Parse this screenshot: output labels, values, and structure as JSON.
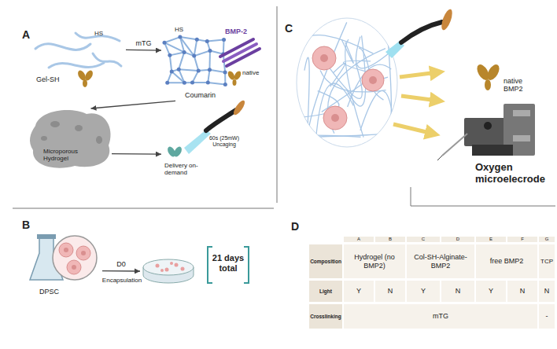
{
  "diagram": {
    "nodes": [
      {
        "text": [
          "Gel-SH"
        ]
      },
      {
        "text": [
          "Coumarin"
        ]
      },
      {
        "text": [
          "Microporous Hydrogel"
        ]
      },
      {
        "text": [
          "Delivery on-demand"
        ]
      },
      {
        "text": [
          "DPSC"
        ]
      },
      {
        "text": [
          "21 days total"
        ]
      }
    ],
    "edges": [
      {
        "from": 0,
        "to": 1,
        "label": "mTG",
        "arrow": "to"
      },
      {
        "from": 1,
        "to": 2,
        "arrow": "to"
      },
      {
        "from": 2,
        "to": 3,
        "arrow": "to"
      },
      {
        "from": 4,
        "to": 5,
        "label": "D0",
        "arrow": "to"
      }
    ],
    "labels": [
      "A",
      "HS",
      "HS",
      "BMP-2",
      "native",
      "60s (25mW) Uncaging",
      "B",
      "Encapsulation",
      "C",
      "native BMP2",
      "Oxygen microelecrode",
      "D",
      "A",
      "B",
      "C",
      "D",
      "E",
      "F",
      "G",
      "Composition",
      "Hydrogel (no BMP2)",
      "Col-SH-Alginate-BMP2",
      "free BMP2",
      "TCP",
      "Light",
      "Y",
      "N",
      "Y",
      "N",
      "Y",
      "N",
      "N",
      "Crosslinking",
      "mTG",
      "-"
    ]
  }
}
